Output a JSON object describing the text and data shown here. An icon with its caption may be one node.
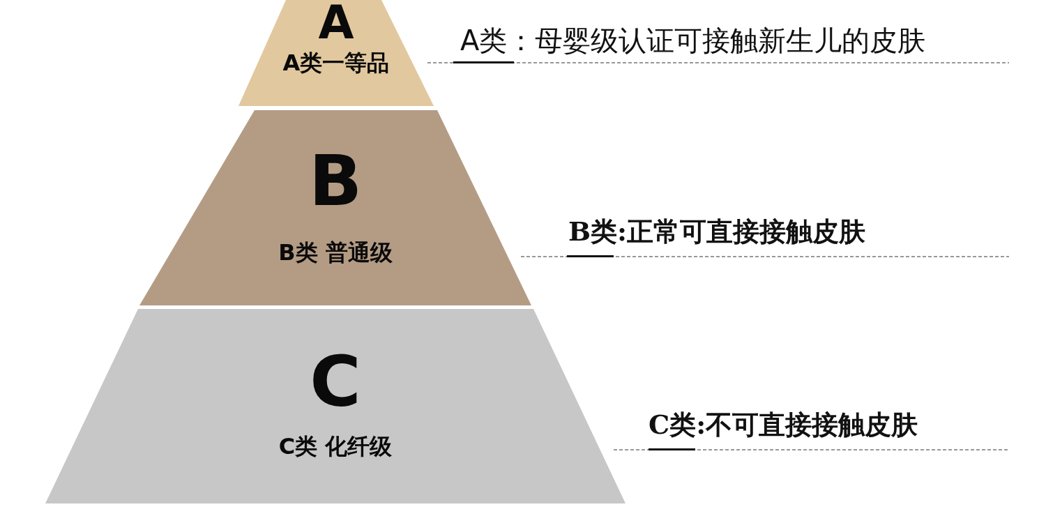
{
  "diagram": {
    "nodes": [
      {
        "text": [
          "A",
          "A类一等品"
        ],
        "beside": [
          "A类：母婴级认证可接触新生儿的皮肤"
        ]
      },
      {
        "text": [
          "B",
          "B类 普通级"
        ],
        "beside": [
          "B类:正常可直接接触皮肤"
        ]
      },
      {
        "text": [
          "C",
          "C类 化纤级"
        ],
        "beside": [
          "C类:不可直接接触皮肤"
        ]
      }
    ]
  }
}
